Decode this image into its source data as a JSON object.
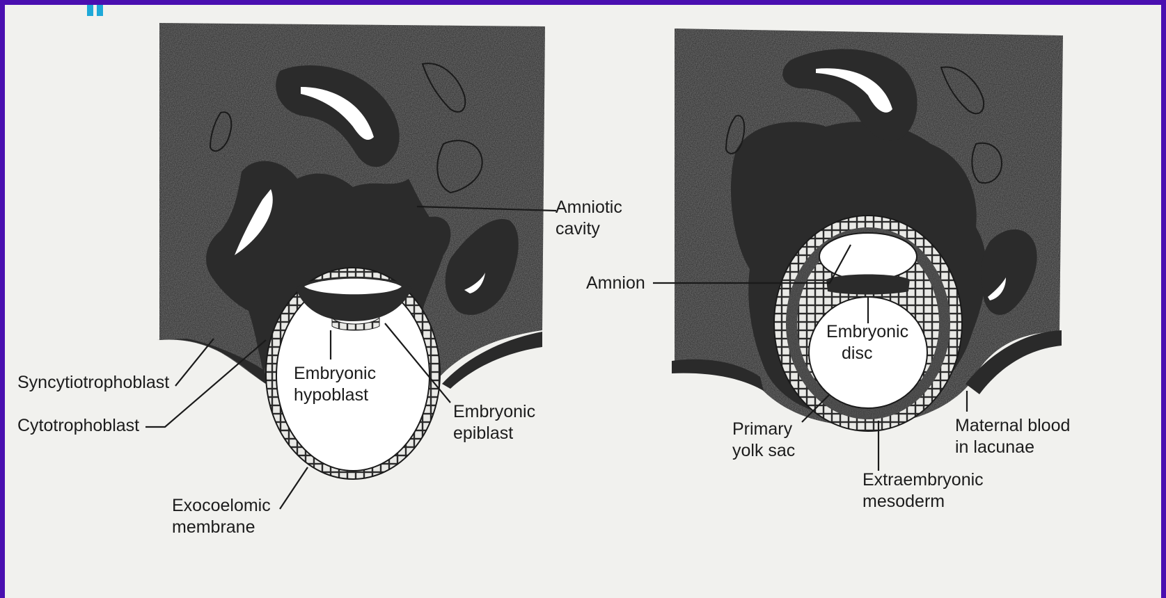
{
  "figure": {
    "left_panel": {
      "labels": {
        "amniotic_cavity": [
          "Amniotic",
          "cavity"
        ],
        "syncytiotrophoblast": "Syncytiotrophoblast",
        "cytotrophoblast": "Cytotrophoblast",
        "embryonic_hypoblast": [
          "Embryonic",
          "hypoblast"
        ],
        "embryonic_epiblast": [
          "Embryonic",
          "epiblast"
        ],
        "exocoelomic_membrane": [
          "Exocoelomic",
          "membrane"
        ]
      }
    },
    "right_panel": {
      "labels": {
        "amnion": "Amnion",
        "embryonic_disc": [
          "Embryonic",
          "disc"
        ],
        "primary_yolk_sac": [
          "Primary",
          "yolk sac"
        ],
        "maternal_blood": [
          "Maternal blood",
          "in lacunae"
        ],
        "extraembryonic_mesoderm": [
          "Extraembryonic",
          "mesoderm"
        ]
      }
    }
  },
  "colors": {
    "frame_border": "#4a0fb0",
    "background": "#f1f1ee",
    "tissue_dark": "#2a2a2a",
    "endometrium": "#555555",
    "lacunae": "#ffffff",
    "accent_mark": "#1fa9d8"
  }
}
